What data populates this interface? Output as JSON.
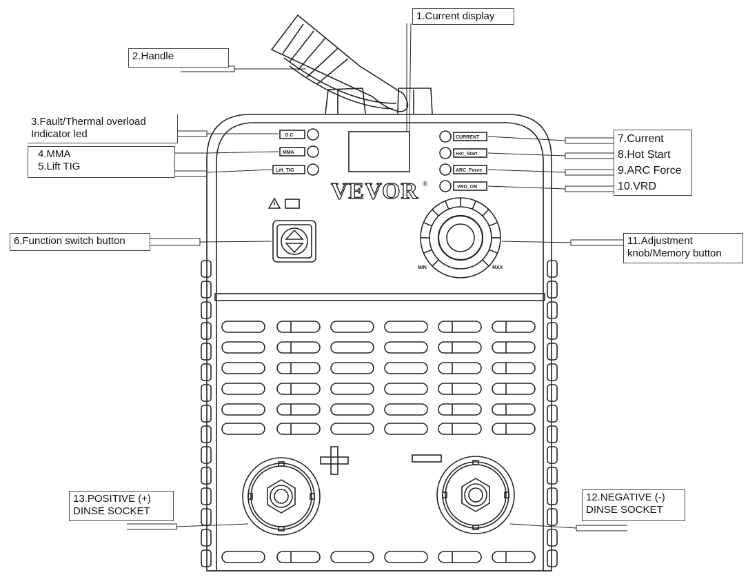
{
  "brand": {
    "logo_text": "VEVOR",
    "registered_mark": "®"
  },
  "callouts": {
    "current_display": "1.Current display",
    "handle": "2.Handle",
    "fault_indicator": [
      "3.Fault/Thermal overload",
      "Indicator led"
    ],
    "mma": "4.MMA",
    "lift_tig": "5.Lift TIG",
    "function_switch": "6.Function switch button",
    "current": "7.Current",
    "hot_start": "8.Hot Start",
    "arc_force": "9.ARC Force",
    "vrd": "10.VRD",
    "adjustment_knob": [
      "11.Adjustment",
      "knob/Memory button"
    ],
    "negative_socket": [
      "12.NEGATIVE (-)",
      "DINSE SOCKET"
    ],
    "positive_socket": [
      "13.POSITIVE (+)",
      "DINSE SOCKET"
    ]
  },
  "panel": {
    "left_indicators": [
      "O.C",
      "MMA",
      "Lift_TIG"
    ],
    "right_indicators": [
      "CURRENT",
      "Hot_Start",
      "ARC_Force",
      "VRD_ON"
    ],
    "knob_min": "MIN",
    "knob_max": "MAX"
  },
  "colors": {
    "line": "#222222",
    "background": "#ffffff"
  }
}
